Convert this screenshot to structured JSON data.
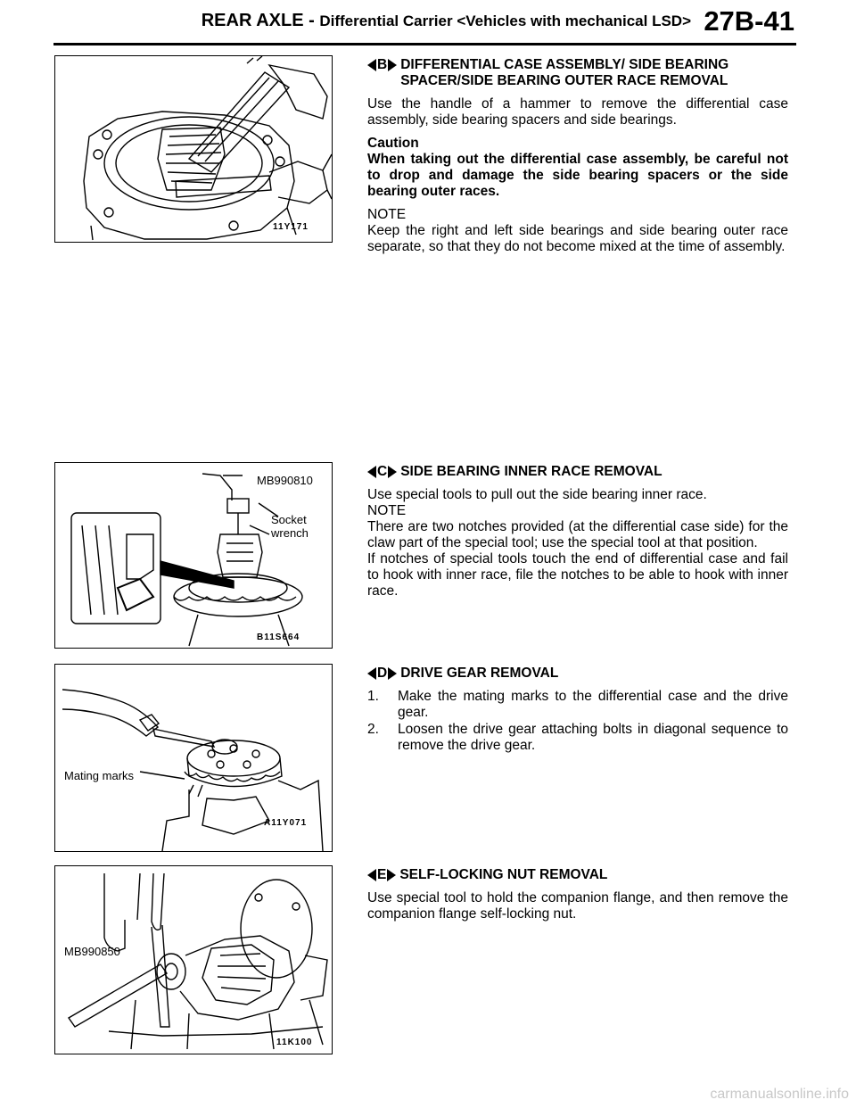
{
  "header": {
    "title_main": "REAR AXLE -",
    "title_sub": "Differential Carrier <Vehicles with mechanical LSD>",
    "page": "27B-41"
  },
  "sections": [
    {
      "letter": "B",
      "heading": "DIFFERENTIAL CASE ASSEMBLY/ SIDE BEARING SPACER/SIDE BEARING OUTER RACE REMOVAL",
      "body": "Use the handle of a hammer to remove the differential case assembly, side bearing spacers and side bearings.",
      "caution_title": "Caution",
      "caution_text": "When taking out the differential case assembly, be careful not to drop and damage the  side bearing spacers or the side bearing outer races.",
      "note_title": "NOTE",
      "note_text": "Keep the right and left side bearings and side bearing outer race separate, so that they do not become mixed at the time of assembly.",
      "figure_code": "11Y171"
    },
    {
      "letter": "C",
      "heading": "SIDE BEARING INNER RACE REMOVAL",
      "body": "Use special tools to pull out the side bearing inner race.",
      "note_title": "NOTE",
      "note_text_1": "There are two notches provided (at the differential case side) for the claw part of the special tool; use the special tool at that position.",
      "note_text_2": "If notches of special tools touch the end of differential case and fail to hook with inner race, file the notches to be able to hook with inner race.",
      "figure_label_tool": "MB990810",
      "figure_label_socket": "Socket wrench",
      "figure_code": "B11S664"
    },
    {
      "letter": "D",
      "heading": "DRIVE GEAR REMOVAL",
      "steps": [
        {
          "n": "1.",
          "text": "Make the mating marks to the differential case and the drive gear."
        },
        {
          "n": "2.",
          "text": "Loosen the drive gear attaching bolts in diagonal sequence to remove the drive gear."
        }
      ],
      "figure_label": "Mating marks",
      "figure_code": "A11Y071"
    },
    {
      "letter": "E",
      "heading": "SELF-LOCKING NUT REMOVAL",
      "body": "Use special tool to hold the companion flange, and then remove the companion flange self-locking nut.",
      "figure_label": "MB990850",
      "figure_code": "11K100"
    }
  ],
  "watermark": "carmanualsonline.info"
}
